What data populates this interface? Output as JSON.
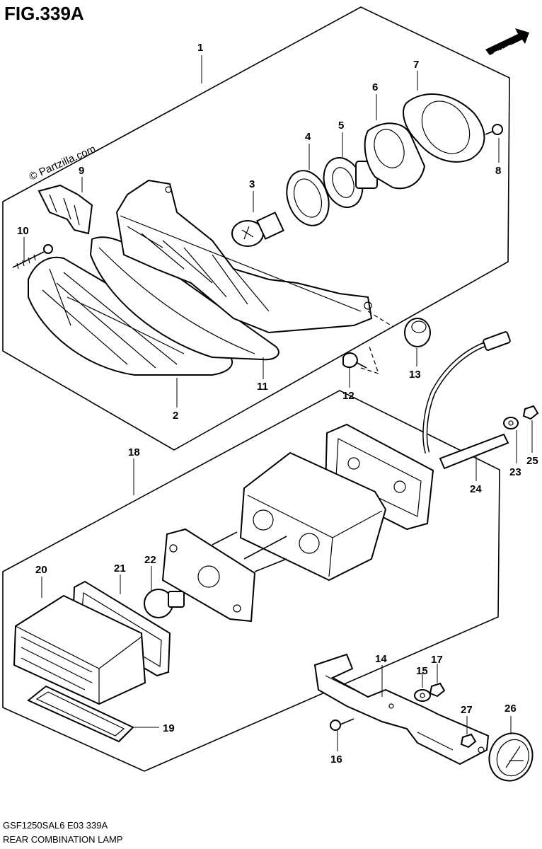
{
  "figure_title": "FIG.339A",
  "fwd_badge": "FWD",
  "watermark": "© Partzilla.com",
  "footer": {
    "model_code": "GSF1250SAL6  E03  339A",
    "caption": "REAR COMBINATION LAMP"
  },
  "callouts": {
    "c1": "1",
    "c2": "2",
    "c3": "3",
    "c4": "4",
    "c5": "5",
    "c6": "6",
    "c7": "7",
    "c8": "8",
    "c9": "9",
    "c10": "10",
    "c11": "11",
    "c12": "12",
    "c13": "13",
    "c14": "14",
    "c15": "15",
    "c16": "16",
    "c17": "17",
    "c18": "18",
    "c19": "19",
    "c20": "20",
    "c21": "21",
    "c22": "22",
    "c23": "23",
    "c24": "24",
    "c25": "25",
    "c26": "26",
    "c27": "27"
  }
}
